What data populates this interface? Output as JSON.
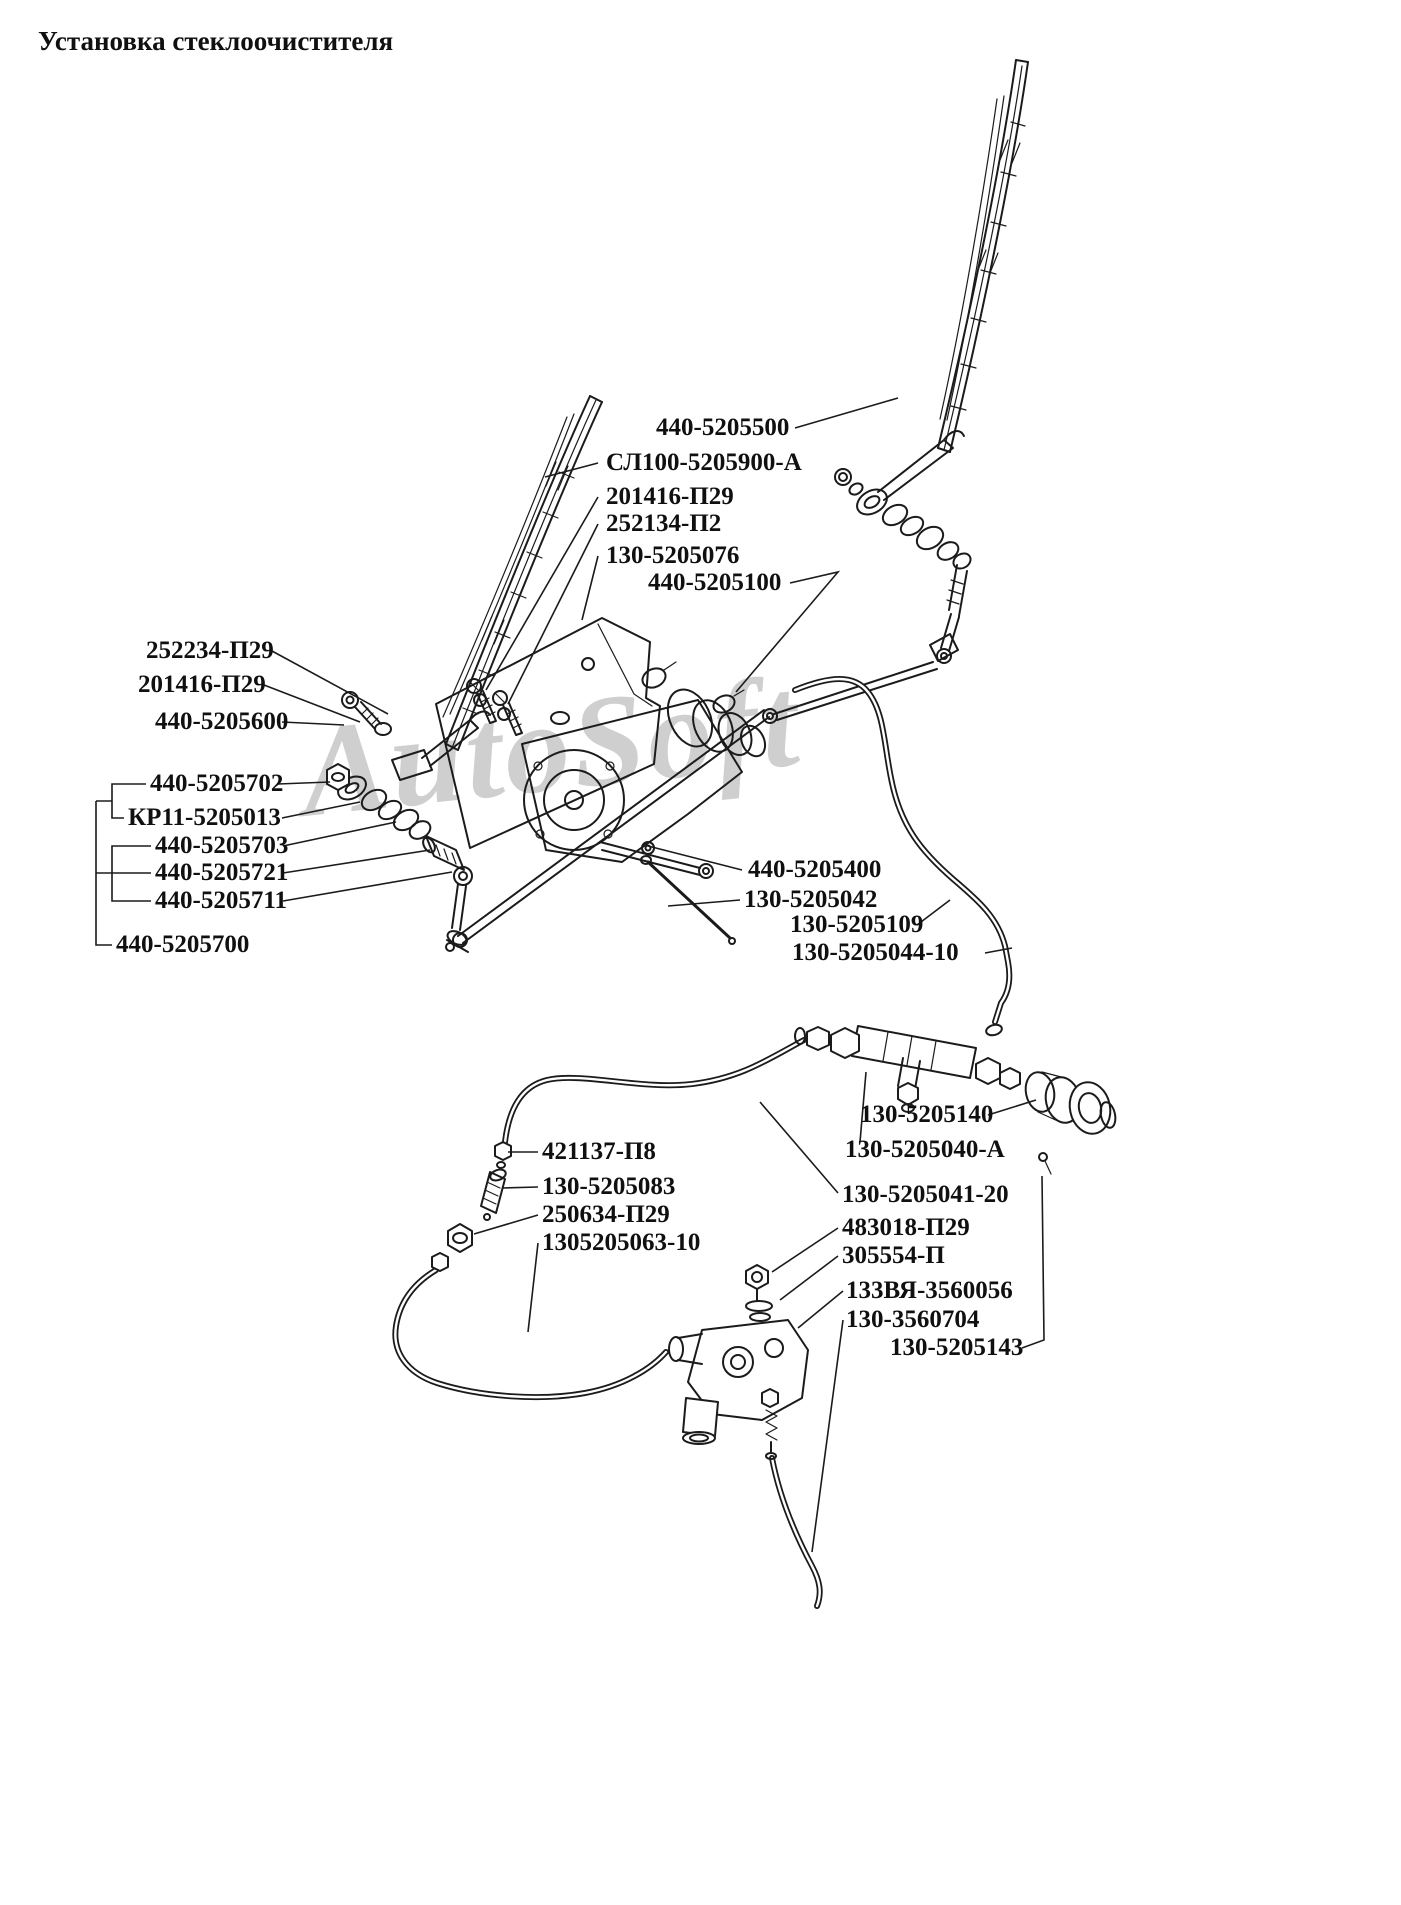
{
  "title": "Установка стеклоочистителя",
  "watermark": "AutoSoft",
  "parts": [
    {
      "number": "440-5205500"
    },
    {
      "number": "СЛ100-5205900-А"
    },
    {
      "number": "201416-П29"
    },
    {
      "number": "252134-П2"
    },
    {
      "number": "130-5205076"
    },
    {
      "number": "440-5205100"
    },
    {
      "number": "252234-П29"
    },
    {
      "number": "201416-П29"
    },
    {
      "number": "440-5205600"
    },
    {
      "number": "440-5205702"
    },
    {
      "number": "КР11-5205013"
    },
    {
      "number": "440-5205703"
    },
    {
      "number": "440-5205721"
    },
    {
      "number": "440-5205711"
    },
    {
      "number": "440-5205700"
    },
    {
      "number": "440-5205400"
    },
    {
      "number": "130-5205042"
    },
    {
      "number": "130-5205109"
    },
    {
      "number": "130-5205044-10"
    },
    {
      "number": "130-5205140"
    },
    {
      "number": "130-5205040-А"
    },
    {
      "number": "130-5205041-20"
    },
    {
      "number": "483018-П29"
    },
    {
      "number": "305554-П"
    },
    {
      "number": "133ВЯ-3560056"
    },
    {
      "number": "130-3560704"
    },
    {
      "number": "130-5205143"
    },
    {
      "number": "421137-П8"
    },
    {
      "number": "130-5205083"
    },
    {
      "number": "250634-П29"
    },
    {
      "number": "1305205063-10"
    }
  ]
}
